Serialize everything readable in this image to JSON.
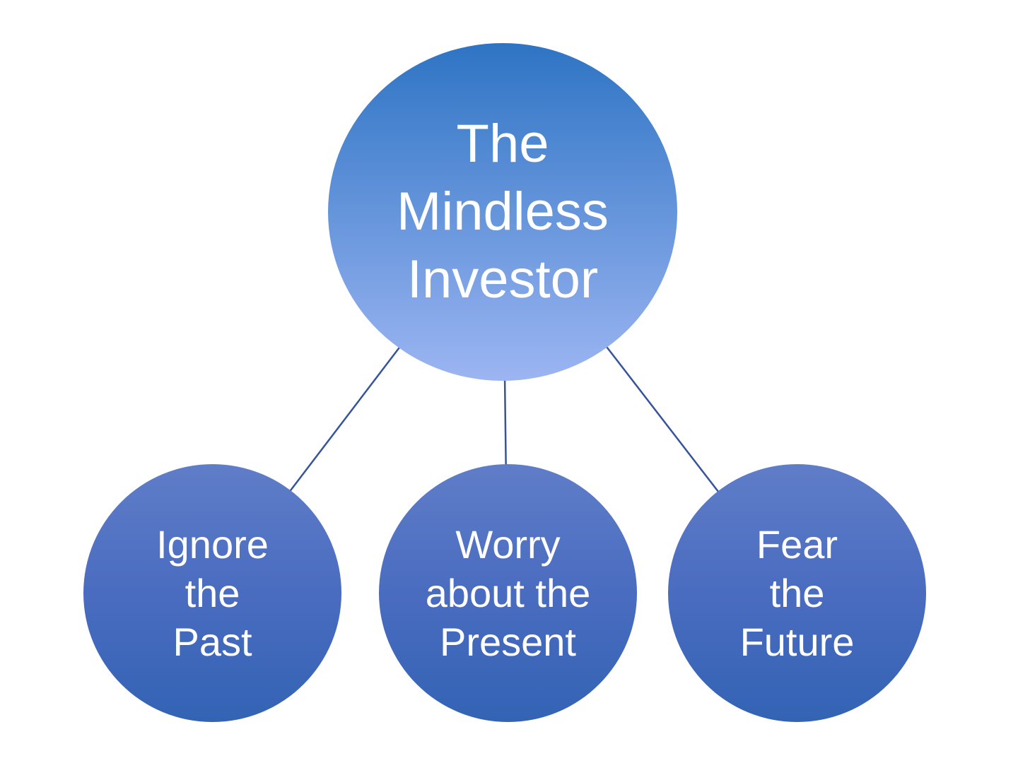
{
  "canvas": {
    "background_color": "#FFFFFF"
  },
  "connectors": {
    "color": "#35549B",
    "stroke_width": 2.5
  },
  "nodes": {
    "root": {
      "label": "The Mindless Investor",
      "lines": [
        "The",
        "Mindless",
        "Investor"
      ],
      "text_color": "#FFFFFF",
      "gradient": {
        "top": "#2E74C4",
        "bottom": "#9CB5F2"
      }
    },
    "children": [
      {
        "label": "Ignore the Past",
        "lines": [
          "Ignore",
          "the",
          "Past"
        ],
        "text_color": "#FFFFFF",
        "gradient": {
          "top": "#5F7DC8",
          "middle": "#4A6CC0",
          "bottom": "#3363B4"
        }
      },
      {
        "label": "Worry about the Present",
        "lines": [
          "Worry",
          "about the",
          "Present"
        ],
        "text_color": "#FFFFFF",
        "gradient": {
          "top": "#5F7DC8",
          "middle": "#4A6CC0",
          "bottom": "#3363B4"
        }
      },
      {
        "label": "Fear the Future",
        "lines": [
          "Fear",
          "the",
          "Future"
        ],
        "text_color": "#FFFFFF",
        "gradient": {
          "top": "#5F7DC8",
          "middle": "#4A6CC0",
          "bottom": "#3363B4"
        }
      }
    ]
  }
}
